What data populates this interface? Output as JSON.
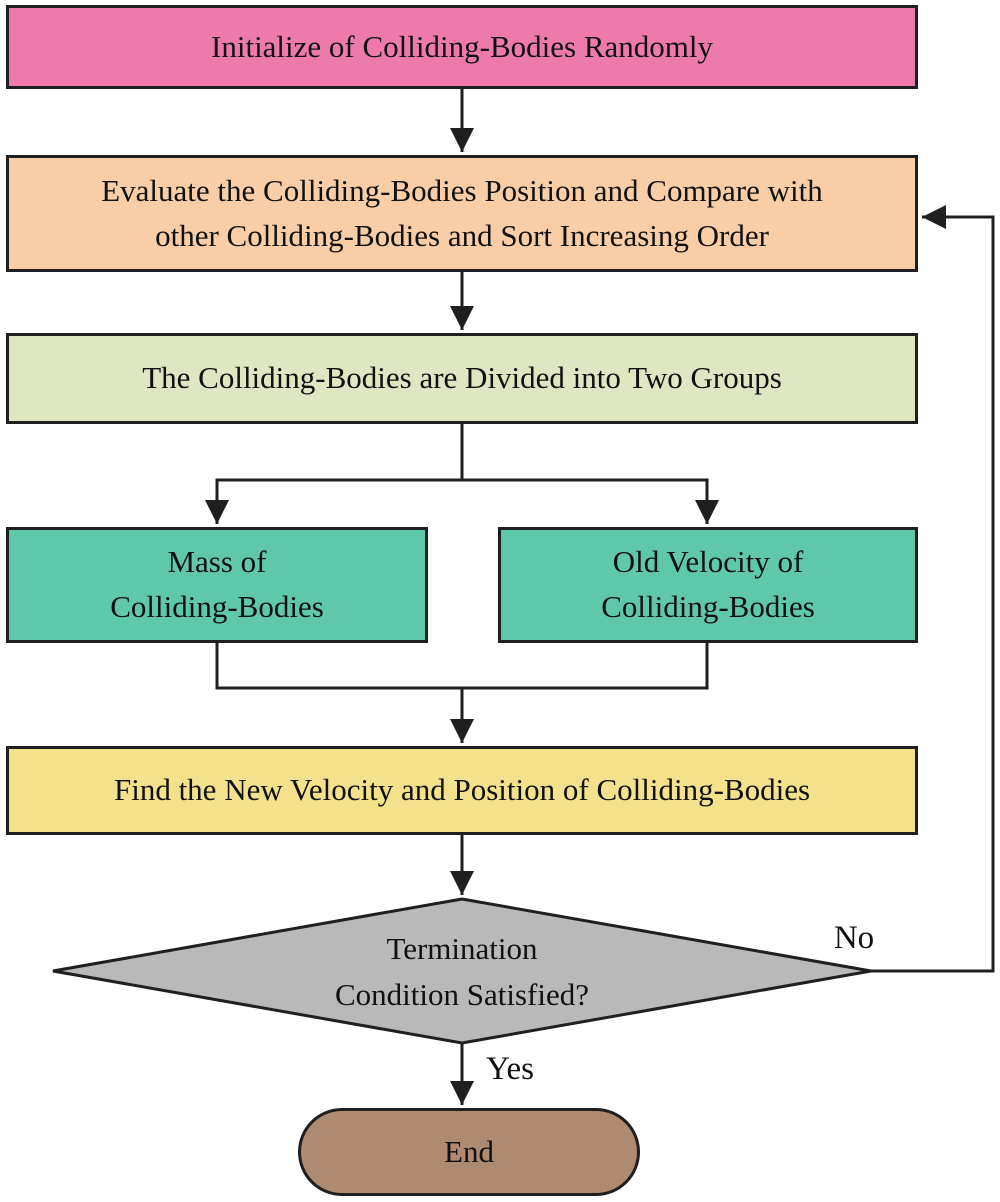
{
  "nodes": {
    "initialize": {
      "label": "Initialize of Colliding-Bodies Randomly",
      "fill": "#ee7aac"
    },
    "evaluate": {
      "line1": "Evaluate the Colliding-Bodies Position and Compare with",
      "line2": "other Colliding-Bodies and Sort Increasing Order",
      "fill": "#f9cda6"
    },
    "divide": {
      "label": "The Colliding-Bodies are Divided into Two Groups",
      "fill": "#dfe7c2"
    },
    "mass": {
      "line1": "Mass of",
      "line2": "Colliding-Bodies",
      "fill": "#5fc8aa"
    },
    "old_velocity": {
      "line1": "Old Velocity of",
      "line2": "Colliding-Bodies",
      "fill": "#5fc8aa"
    },
    "new_velocity": {
      "label": "Find the New Velocity and Position of Colliding-Bodies",
      "fill": "#f3e18c"
    },
    "termination": {
      "line1": "Termination",
      "line2": "Condition Satisfied?",
      "fill": "#b9b9b9"
    },
    "end": {
      "label": "End",
      "fill": "#ae8b70"
    }
  },
  "edges": {
    "no_label": "No",
    "yes_label": "Yes"
  },
  "colors": {
    "line": "#1f1f1f",
    "background": "#ffffff",
    "text": "#111111"
  }
}
